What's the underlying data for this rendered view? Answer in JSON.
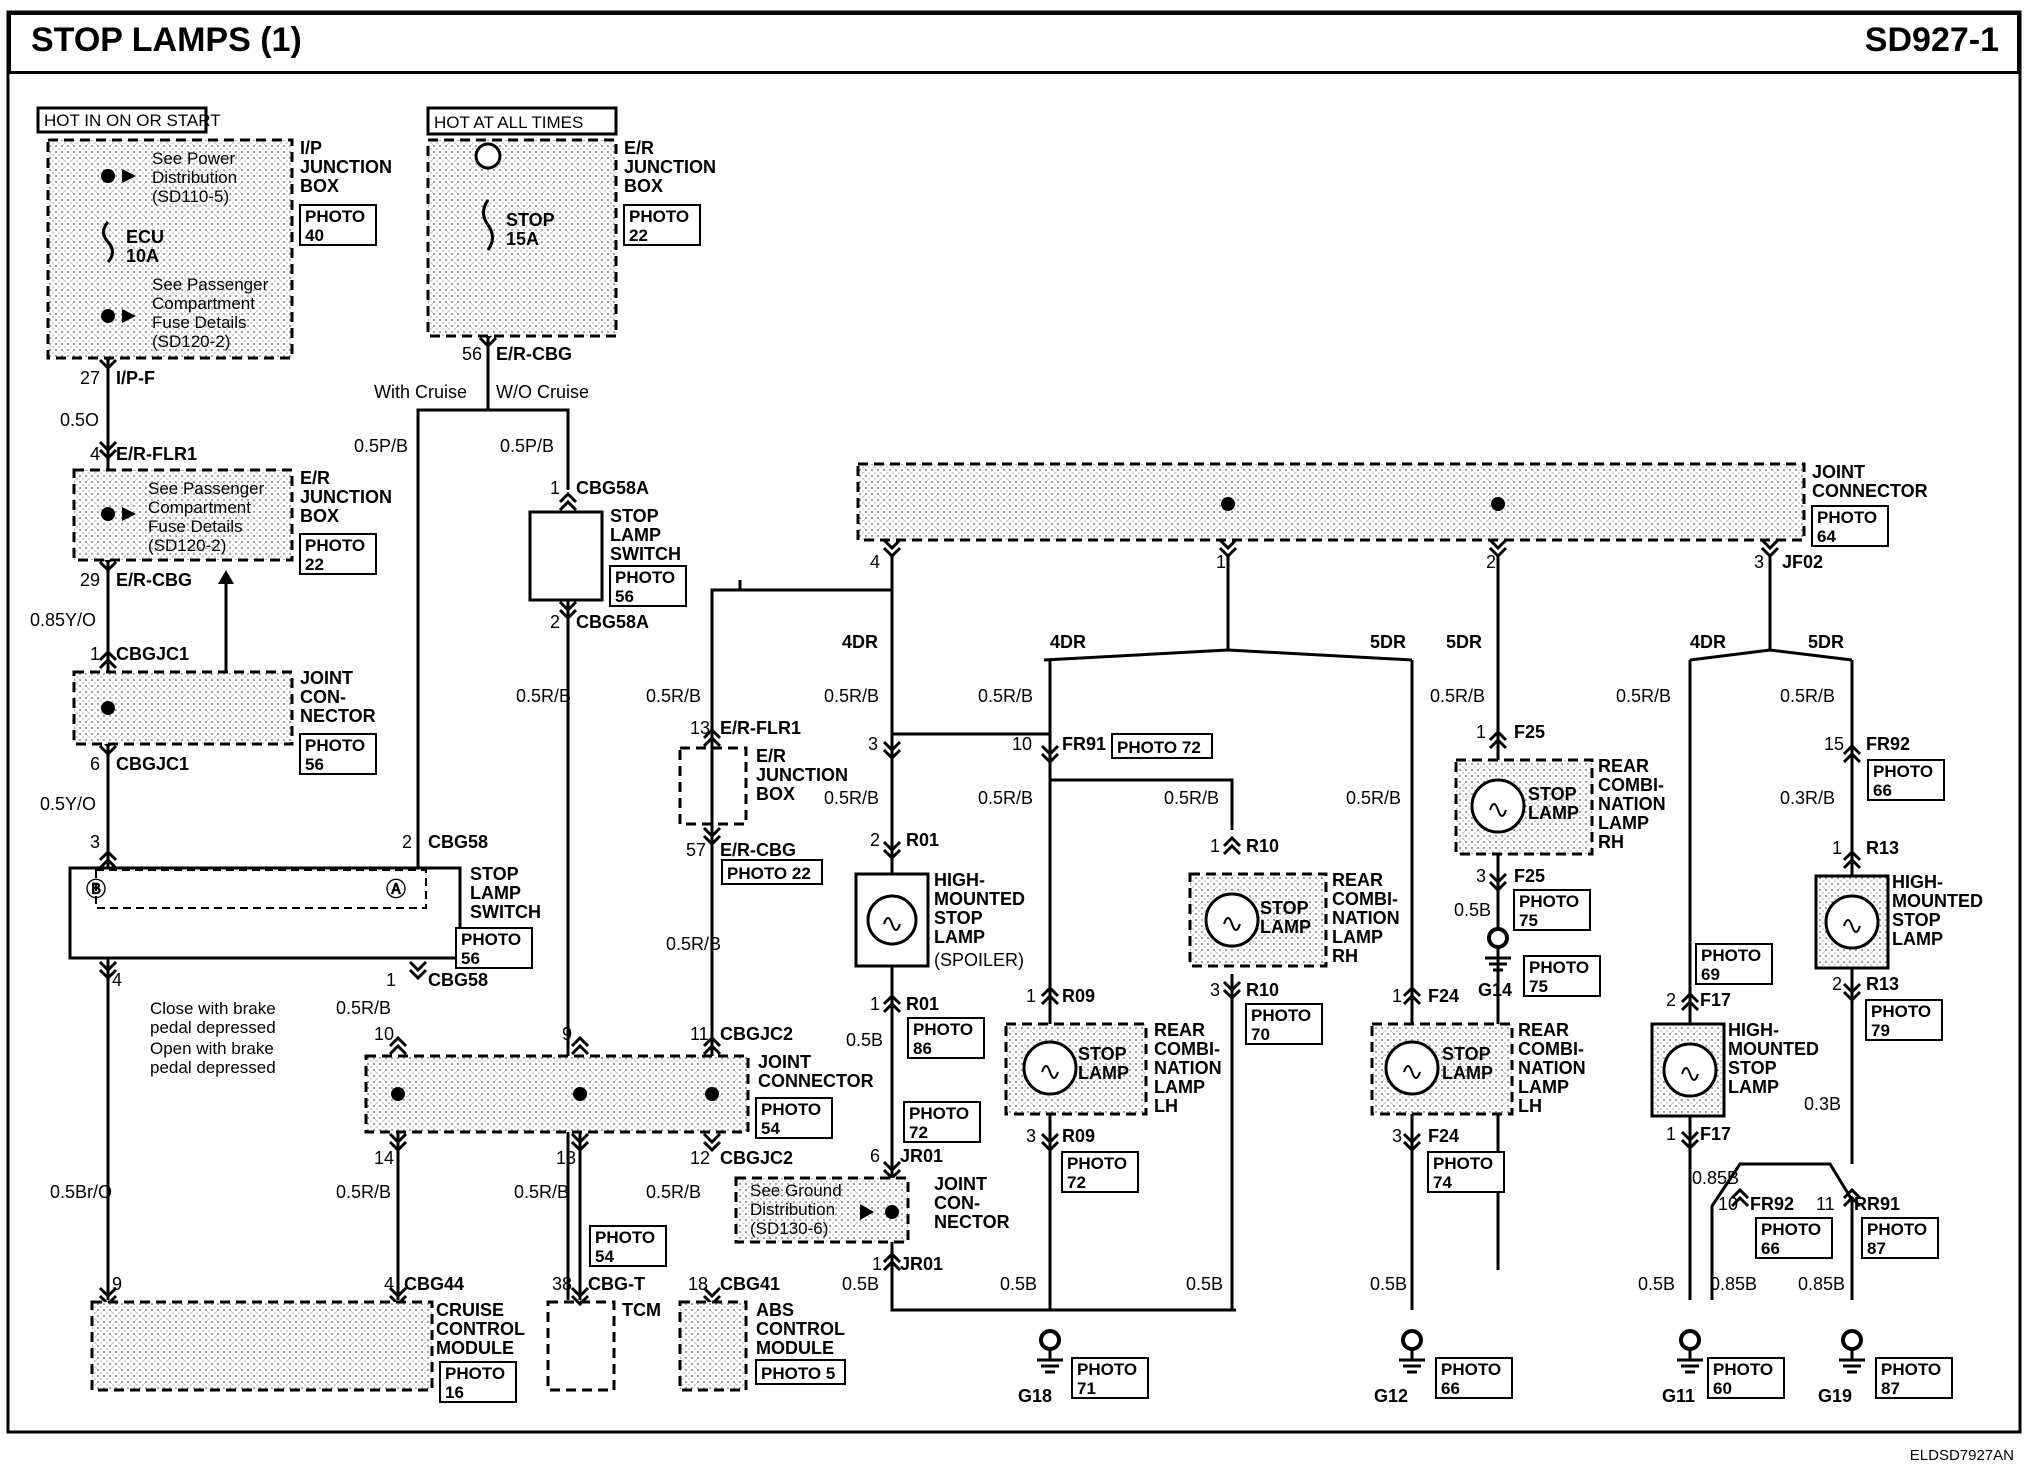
{
  "header": {
    "title": "STOP LAMPS (1)",
    "code": "SD927-1"
  },
  "footer": {
    "ref": "ELDSD7927AN"
  },
  "labels": {
    "hot_ign": "HOT IN ON OR START",
    "hot_always": "HOT AT ALL TIMES",
    "ip_jb": [
      "I/P",
      "JUNCTION",
      "BOX"
    ],
    "er_jb": [
      "E/R",
      "JUNCTION",
      "BOX"
    ],
    "photo": "PHOTO",
    "see_power": [
      "See Power",
      "Distribution",
      "(SD110-5)"
    ],
    "see_pass": [
      "See Passenger",
      "Compartment",
      "Fuse Details",
      "(SD120-2)"
    ],
    "ecu": [
      "ECU",
      "10A"
    ],
    "stop_fuse": [
      "STOP",
      "15A"
    ],
    "with_cruise": "With Cruise",
    "wo_cruise": "W/O Cruise",
    "stop_lamp_switch": [
      "STOP",
      "LAMP",
      "SWITCH"
    ],
    "joint_connector": [
      "JOINT",
      "CONNECTOR"
    ],
    "joint_con_nector": [
      "JOINT",
      "CON-",
      "NECTOR"
    ],
    "joint_connector_top": [
      "JOINT",
      "CONNECTOR"
    ],
    "hmsl": [
      "HIGH-",
      "MOUNTED",
      "STOP",
      "LAMP"
    ],
    "spoiler": "(SPOILER)",
    "rear_comb_rh": [
      "REAR",
      "COMBI-",
      "NATION",
      "LAMP",
      "RH"
    ],
    "rear_comb_lh": [
      "REAR",
      "COMBI-",
      "NATION",
      "LAMP",
      "LH"
    ],
    "stop_lamp": [
      "STOP",
      "LAMP"
    ],
    "note_a": [
      "Close with brake",
      "pedal depressed"
    ],
    "note_b": [
      "Open with brake",
      "pedal depressed"
    ],
    "see_ground": [
      "See Ground",
      "Distribution",
      "(SD130-6)"
    ],
    "cruise_module": [
      "CRUISE",
      "CONTROL",
      "MODULE"
    ],
    "tcm": "TCM",
    "abs_module": [
      "ABS",
      "CONTROL",
      "MODULE"
    ],
    "4dr": "4DR",
    "5dr": "5DR"
  },
  "wires": {
    "w05o": "0.5O",
    "w085yo": "0.85Y/O",
    "w05yo": "0.5Y/O",
    "w05pb": "0.5P/B",
    "w05rb": "0.5R/B",
    "w05bro": "0.5Br/O",
    "w05b": "0.5B",
    "w03rb": "0.3R/B",
    "w03b": "0.3B",
    "w085b": "0.85B"
  },
  "connectors": {
    "ipf": "I/P-F",
    "erflr1": "E/R-FLR1",
    "ercbg": "E/R-CBG",
    "cbgjc1": "CBGJC1",
    "cbg58": "CBG58",
    "cbg58a": "CBG58A",
    "cbgjc2": "CBGJC2",
    "cbg44": "CBG44",
    "cbgt": "CBG-T",
    "cbg41": "CBG41",
    "jf02": "JF02",
    "fr91": "FR91",
    "r01": "R01",
    "jr01": "JR01",
    "r10": "R10",
    "r09": "R09",
    "f25": "F25",
    "f24": "F24",
    "fr92": "FR92",
    "r13": "R13",
    "f17": "F17",
    "rr91": "RR91",
    "g18": "G18",
    "g12": "G12",
    "g14": "G14",
    "g11": "G11",
    "g19": "G19"
  },
  "photos": {
    "p40": "40",
    "p22": "22",
    "p56": "56",
    "p64": "64",
    "p54": "54",
    "p72": "72",
    "p86": "86",
    "p70": "70",
    "p74": "74",
    "p75": "75",
    "p66": "66",
    "p69": "69",
    "p79": "79",
    "p87": "87",
    "p60": "60",
    "p71": "71",
    "p16": "16",
    "p5": "5",
    "photo72": "PHOTO 72",
    "photo22": "PHOTO 22",
    "photo5": "PHOTO 5"
  }
}
